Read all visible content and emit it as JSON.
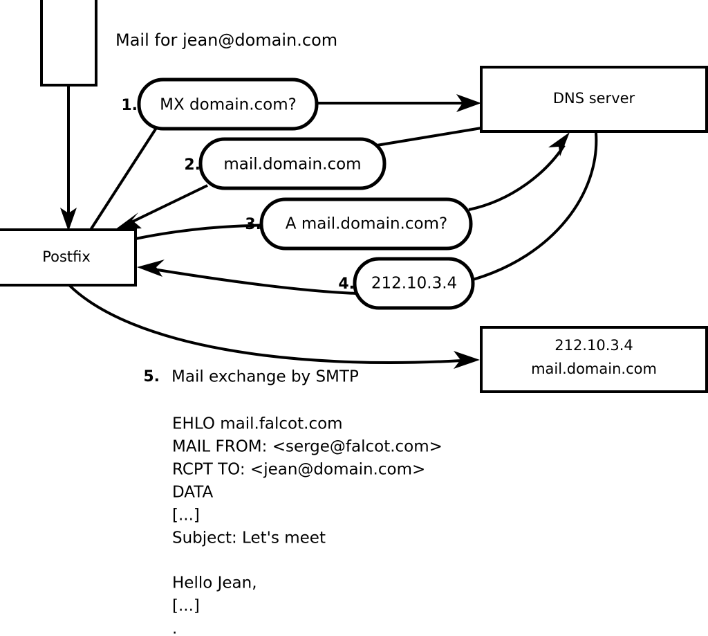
{
  "diagram": {
    "title": "Mail for jean@domain.com",
    "nodes": {
      "sender_client": {
        "label": ""
      },
      "postfix": {
        "label": "Postfix"
      },
      "dns_server": {
        "label": "DNS server"
      },
      "mail_server_line1": "212.10.3.4",
      "mail_server_line2": "mail.domain.com"
    },
    "steps": [
      {
        "number": "1.",
        "label": "MX domain.com?"
      },
      {
        "number": "2.",
        "label": "mail.domain.com"
      },
      {
        "number": "3.",
        "label": "A mail.domain.com?"
      },
      {
        "number": "4.",
        "label": "212.10.3.4"
      }
    ],
    "step5": {
      "number": "5.",
      "label": "Mail exchange by SMTP"
    },
    "transcript": [
      "EHLO mail.falcot.com",
      "MAIL FROM: <serge@falcot.com>",
      "RCPT TO: <jean@domain.com>",
      "DATA",
      "[...]",
      "Subject: Let's meet",
      "",
      "Hello Jean,",
      "[...]",
      "."
    ],
    "colors": {
      "stroke": "#000000",
      "fill": "#ffffff",
      "background": "#ffffff"
    }
  }
}
